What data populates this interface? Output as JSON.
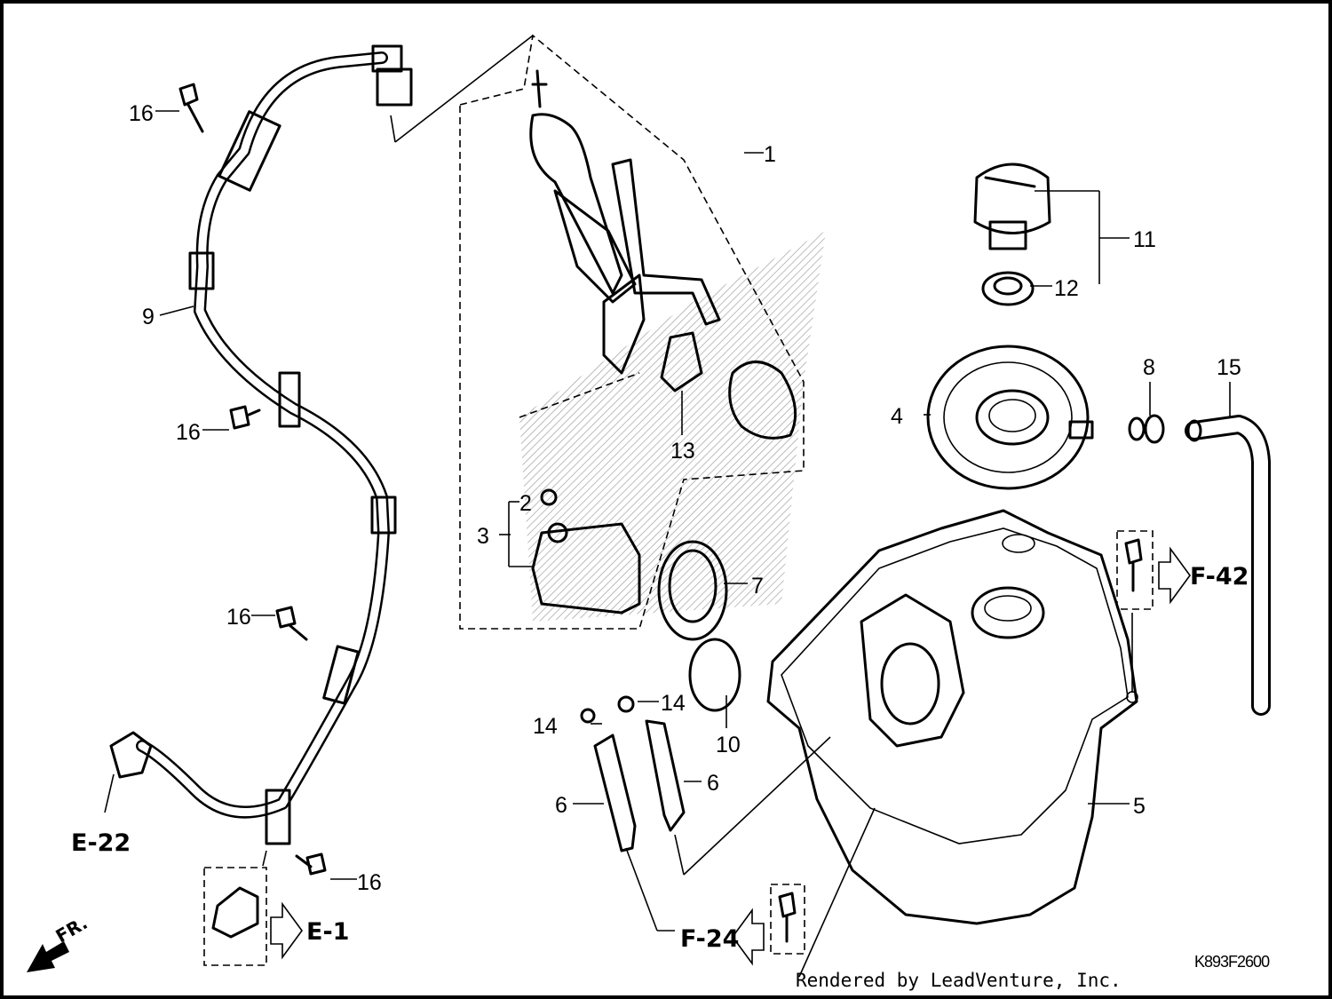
{
  "diagram": {
    "callouts": {
      "c1": "1",
      "c2": "2",
      "c3": "3",
      "c4": "4",
      "c5": "5",
      "c6a": "6",
      "c6b": "6",
      "c7": "7",
      "c8": "8",
      "c9": "9",
      "c10": "10",
      "c11": "11",
      "c12": "12",
      "c13": "13",
      "c14a": "14",
      "c14b": "14",
      "c15": "15",
      "c16a": "16",
      "c16b": "16",
      "c16c": "16",
      "c16d": "16"
    },
    "references": {
      "e22": "E-22",
      "e1": "E-1",
      "f24": "F-24",
      "f42": "F-42",
      "fr": "FR."
    },
    "drawing_code": "K893F2600",
    "credit": "Rendered by LeadVenture, Inc."
  }
}
